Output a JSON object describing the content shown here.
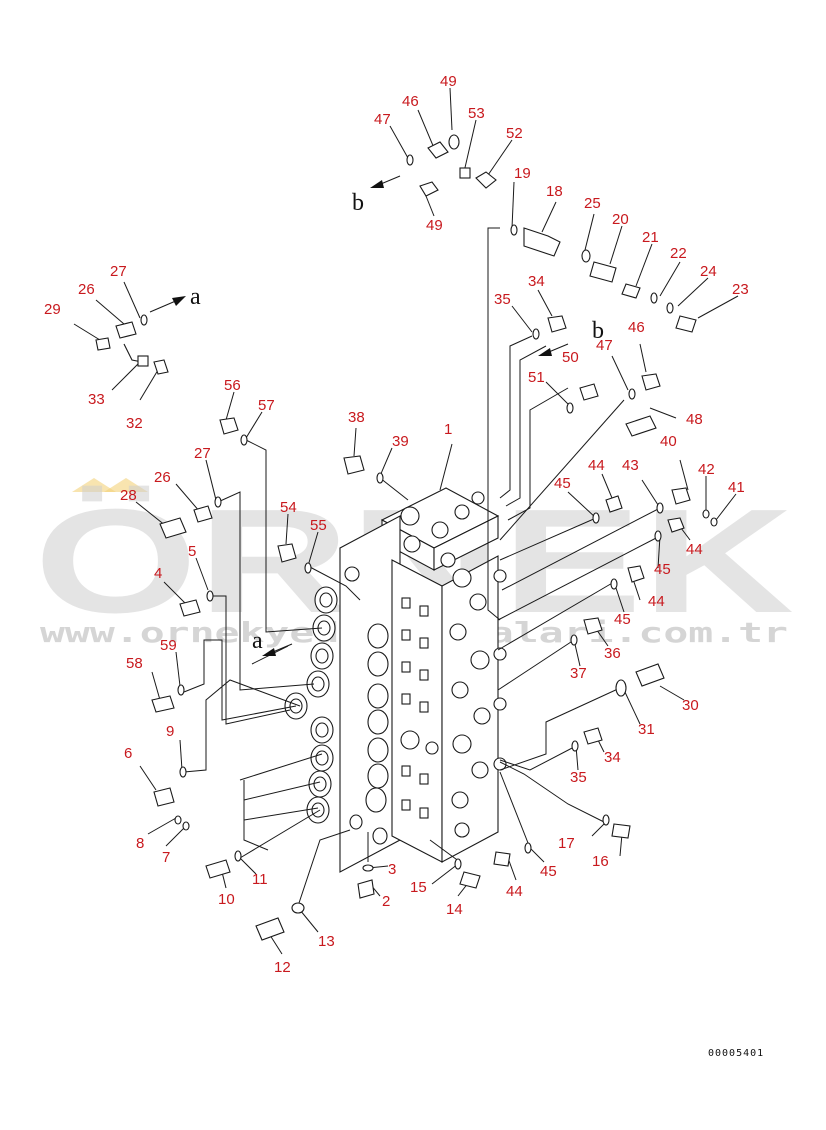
{
  "watermark": {
    "brand": "ÖRNEK",
    "url": "www.ornekyedekparcalari.com.tr"
  },
  "drawing_code": "00005401",
  "arrow_labels": [
    "a",
    "b",
    "a",
    "b"
  ],
  "callouts": [
    {
      "n": "1"
    },
    {
      "n": "2"
    },
    {
      "n": "3"
    },
    {
      "n": "4"
    },
    {
      "n": "5"
    },
    {
      "n": "6"
    },
    {
      "n": "7"
    },
    {
      "n": "8"
    },
    {
      "n": "9"
    },
    {
      "n": "10"
    },
    {
      "n": "11"
    },
    {
      "n": "12"
    },
    {
      "n": "13"
    },
    {
      "n": "14"
    },
    {
      "n": "15"
    },
    {
      "n": "16"
    },
    {
      "n": "17"
    },
    {
      "n": "18"
    },
    {
      "n": "19"
    },
    {
      "n": "20"
    },
    {
      "n": "21"
    },
    {
      "n": "22"
    },
    {
      "n": "23"
    },
    {
      "n": "24"
    },
    {
      "n": "25"
    },
    {
      "n": "26"
    },
    {
      "n": "27"
    },
    {
      "n": "28"
    },
    {
      "n": "29"
    },
    {
      "n": "30"
    },
    {
      "n": "31"
    },
    {
      "n": "32"
    },
    {
      "n": "33"
    },
    {
      "n": "34"
    },
    {
      "n": "35"
    },
    {
      "n": "26"
    },
    {
      "n": "27"
    },
    {
      "n": "34"
    },
    {
      "n": "35"
    },
    {
      "n": "37"
    },
    {
      "n": "36"
    },
    {
      "n": "38"
    },
    {
      "n": "39"
    },
    {
      "n": "40"
    },
    {
      "n": "41"
    },
    {
      "n": "42"
    },
    {
      "n": "43"
    },
    {
      "n": "44"
    },
    {
      "n": "44"
    },
    {
      "n": "44"
    },
    {
      "n": "44"
    },
    {
      "n": "45"
    },
    {
      "n": "45"
    },
    {
      "n": "45"
    },
    {
      "n": "45"
    },
    {
      "n": "46"
    },
    {
      "n": "46"
    },
    {
      "n": "47"
    },
    {
      "n": "47"
    },
    {
      "n": "48"
    },
    {
      "n": "49"
    },
    {
      "n": "49"
    },
    {
      "n": "50"
    },
    {
      "n": "51"
    },
    {
      "n": "52"
    },
    {
      "n": "53"
    },
    {
      "n": "54"
    },
    {
      "n": "55"
    },
    {
      "n": "56"
    },
    {
      "n": "57"
    },
    {
      "n": "58"
    },
    {
      "n": "59"
    }
  ]
}
